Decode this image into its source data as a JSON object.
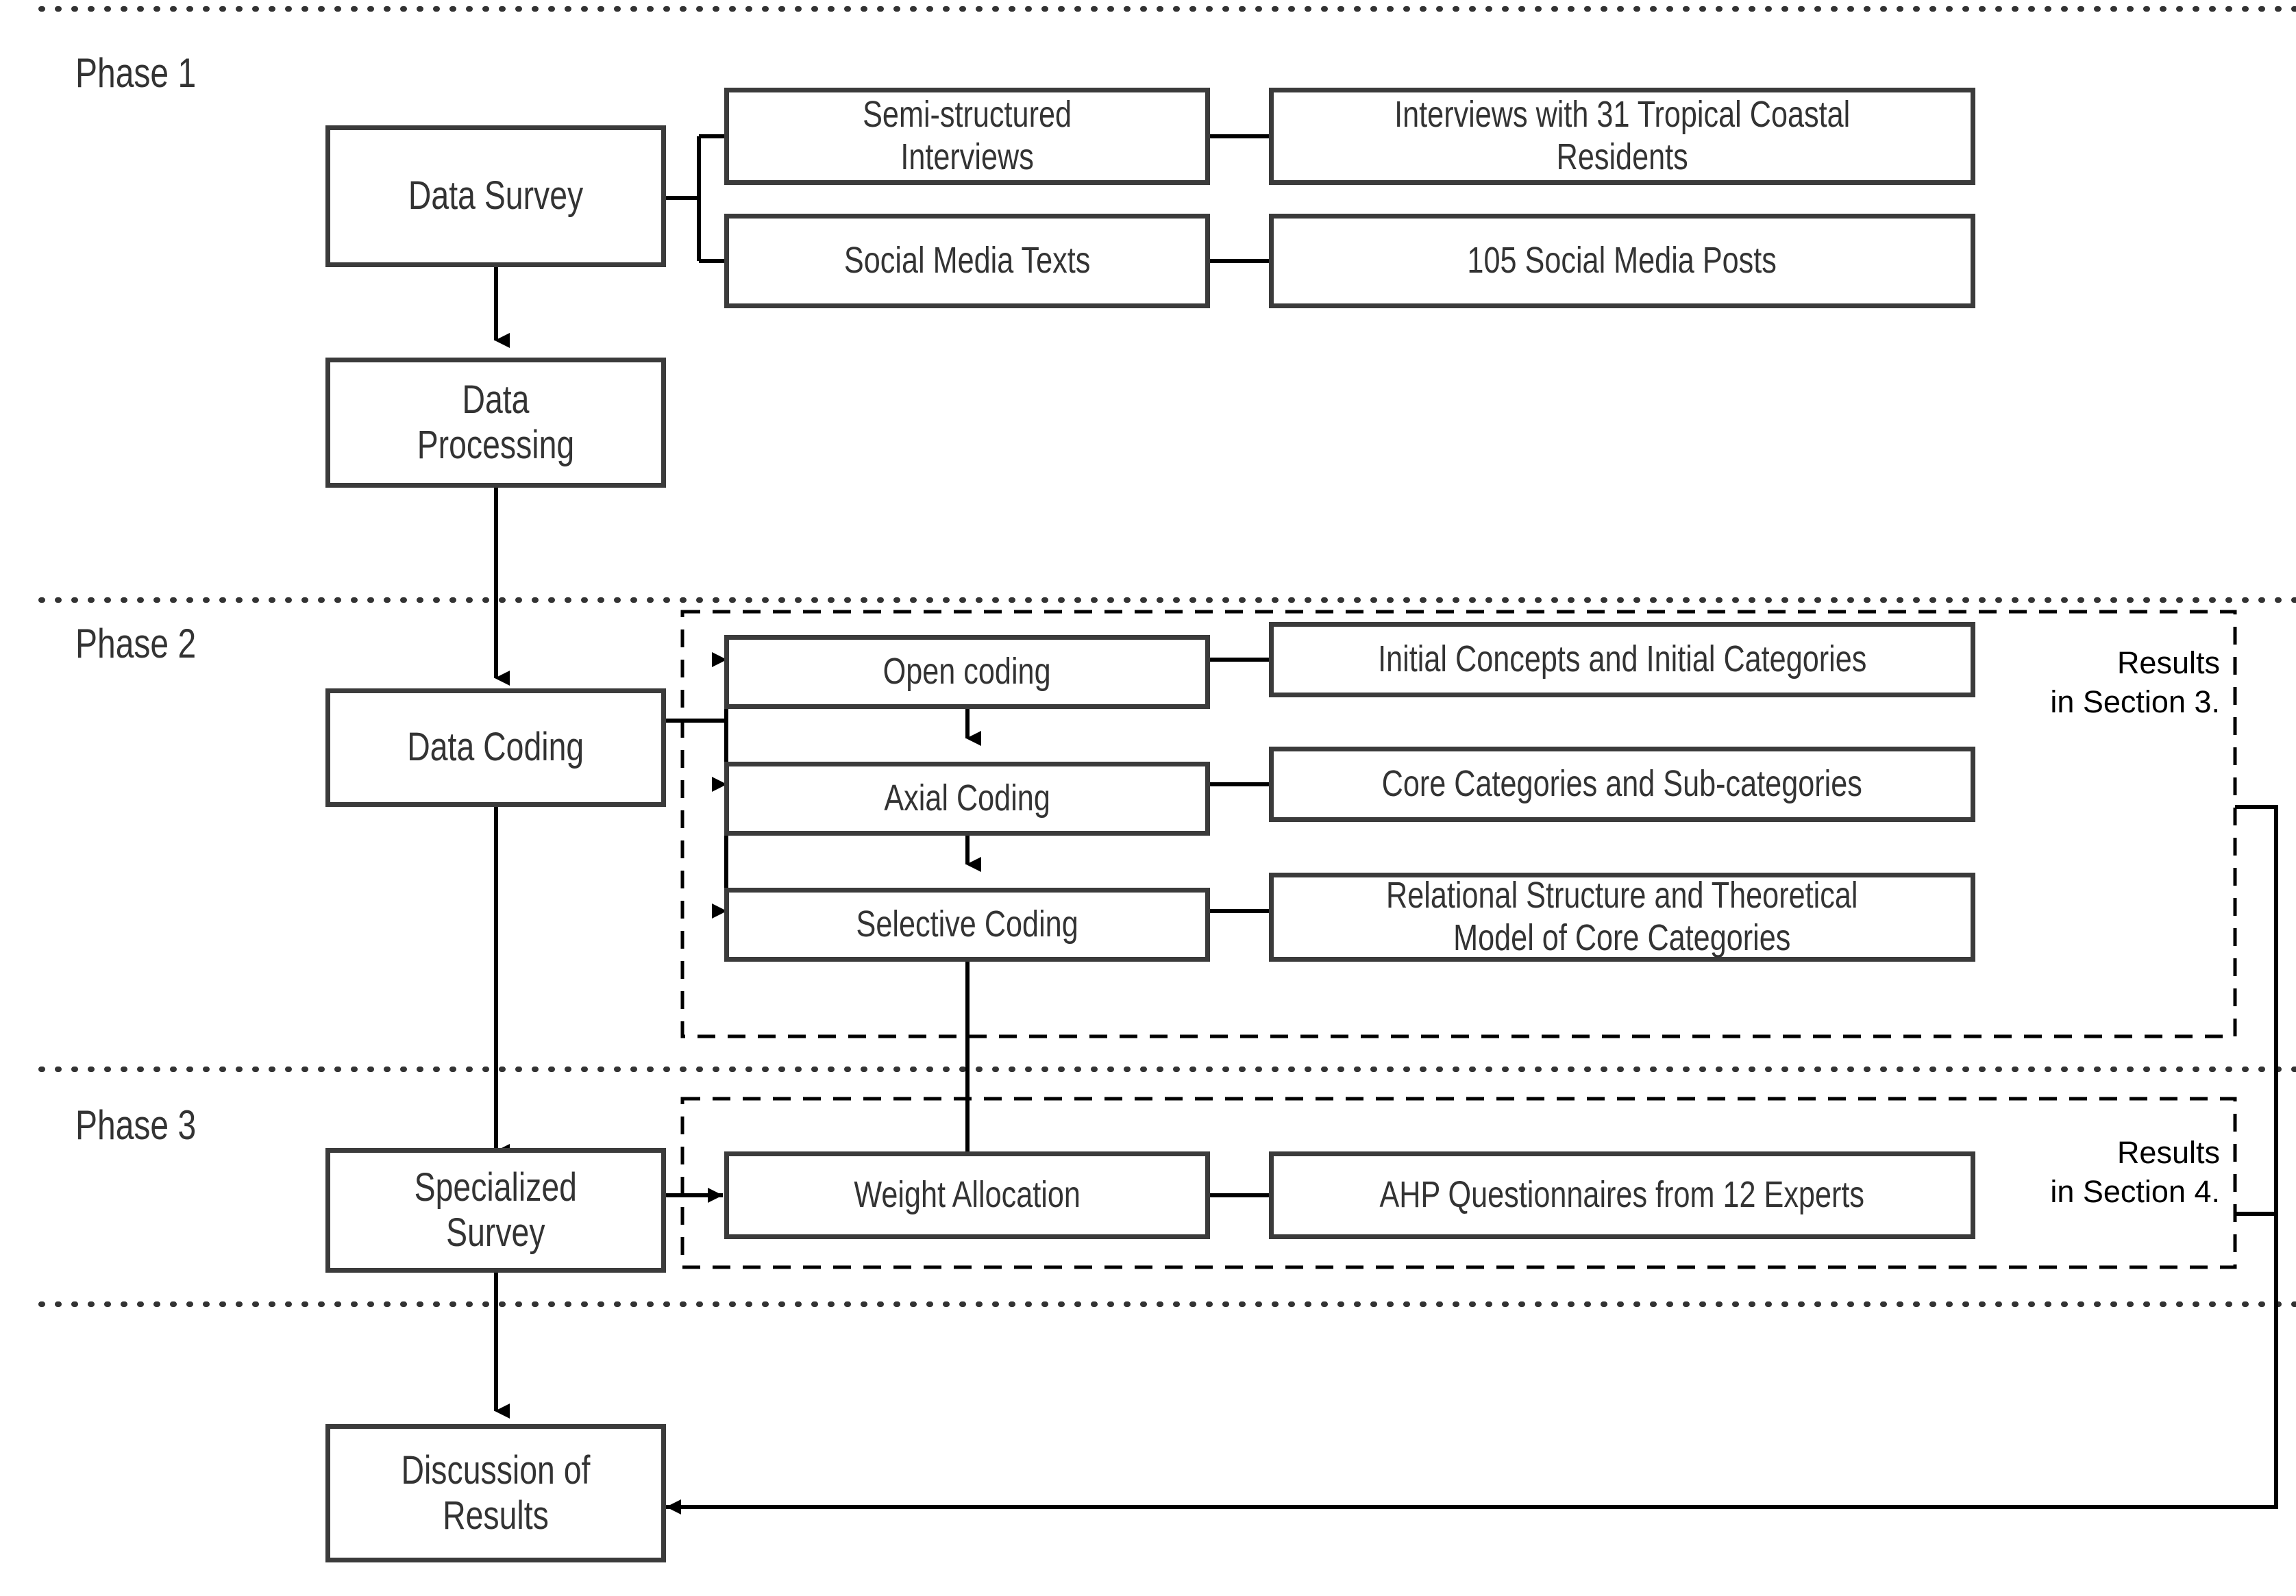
{
  "diagram": {
    "title": "Three-phase research methodology flowchart",
    "colors": {
      "box_border": "#3b3b3b",
      "text": "#333333",
      "connector": "#000000",
      "background": "#ffffff"
    },
    "phases": [
      {
        "id": "phase1",
        "label": "Phase 1"
      },
      {
        "id": "phase2",
        "label": "Phase 2"
      },
      {
        "id": "phase3",
        "label": "Phase 3"
      }
    ],
    "main_nodes": [
      {
        "id": "data-survey",
        "label": "Data Survey"
      },
      {
        "id": "data-processing",
        "label": "Data\nProcessing"
      },
      {
        "id": "data-coding",
        "label": "Data Coding"
      },
      {
        "id": "specialized-survey",
        "label": "Specialized\nSurvey"
      },
      {
        "id": "discussion-of-results",
        "label": "Discussion of\nResults"
      }
    ],
    "method_nodes": [
      {
        "id": "semi-structured-interviews",
        "label": "Semi-structured\nInterviews"
      },
      {
        "id": "social-media-texts",
        "label": "Social Media Texts"
      },
      {
        "id": "open-coding",
        "label": "Open coding"
      },
      {
        "id": "axial-coding",
        "label": "Axial Coding"
      },
      {
        "id": "selective-coding",
        "label": "Selective Coding"
      },
      {
        "id": "weight-allocation",
        "label": "Weight Allocation"
      }
    ],
    "output_nodes": [
      {
        "id": "interviews-residents",
        "label": "Interviews with 31 Tropical Coastal\nResidents"
      },
      {
        "id": "social-media-posts",
        "label": "105 Social Media Posts"
      },
      {
        "id": "initial-concepts-categories",
        "label": "Initial Concepts and Initial Categories"
      },
      {
        "id": "core-categories-subcategories",
        "label": "Core Categories and Sub-categories"
      },
      {
        "id": "relational-structure-model",
        "label": "Relational Structure and Theoretical\nModel of Core Categories"
      },
      {
        "id": "ahp-questionnaires",
        "label": "AHP Questionnaires from 12 Experts"
      }
    ],
    "results_annotations": [
      {
        "id": "results-section-3",
        "label": "Results\nin Section 3."
      },
      {
        "id": "results-section-4",
        "label": "Results\nin Section 4."
      }
    ]
  }
}
